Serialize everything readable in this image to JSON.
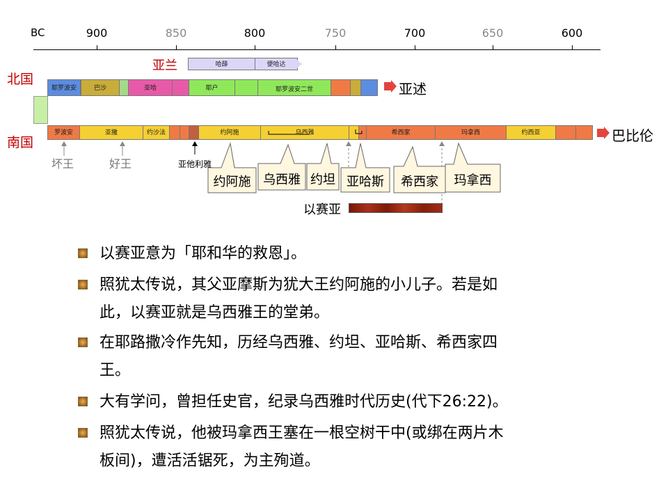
{
  "axis": {
    "era_label": "BC",
    "ticks": [
      {
        "label": "900",
        "color": "#000000"
      },
      {
        "label": "850",
        "color": "#888888"
      },
      {
        "label": "800",
        "color": "#000000"
      },
      {
        "label": "750",
        "color": "#888888"
      },
      {
        "label": "700",
        "color": "#000000"
      },
      {
        "label": "650",
        "color": "#888888"
      },
      {
        "label": "600",
        "color": "#000000"
      }
    ]
  },
  "aram": {
    "label": "亚兰",
    "kings": [
      "哈薛",
      "便哈达"
    ]
  },
  "north": {
    "label": "北国",
    "end_label": "亚述",
    "kings": [
      "耶罗波安",
      "巴沙",
      "亚哈",
      "耶户",
      "耶罗波安二世"
    ]
  },
  "south": {
    "label": "南国",
    "end_label": "巴比伦",
    "kings": [
      "罗波安",
      "亚撒",
      "约沙法",
      "约阿施",
      "乌西雅",
      "希西家",
      "玛拿西",
      "约西亚"
    ]
  },
  "pointers": {
    "bad_king": "坏王",
    "good_king": "好王",
    "athaliah": "亚他利雅"
  },
  "callouts": [
    "约阿施",
    "乌西雅",
    "约坦",
    "亚哈斯",
    "希西家",
    "玛拿西"
  ],
  "isaiah_label": "以赛亚",
  "colors": {
    "north_red": "#c00000",
    "arrow_red": "#e2453e",
    "isaiah_bar": "#8b1a0a"
  },
  "bullets": [
    {
      "lines": [
        "以赛亚意为「耶和华的救恩」。"
      ]
    },
    {
      "lines": [
        "照犹太传说，其父亚摩斯为犹大王约阿施的小儿子。若是如",
        "此，以赛亚就是乌西雅王的堂弟。"
      ]
    },
    {
      "lines": [
        "在耶路撒冷作先知，历经乌西雅、约坦、亚哈斯、希西家四",
        "王。"
      ]
    },
    {
      "lines": [
        "大有学问，曾担任史官，纪录乌西雅时代历史(代下26:22)。"
      ]
    },
    {
      "lines": [
        "照犹太传说，他被玛拿西王塞在一根空树干中(或绑在两片木",
        "板间)，遭活活锯死，为主殉道。"
      ]
    }
  ]
}
